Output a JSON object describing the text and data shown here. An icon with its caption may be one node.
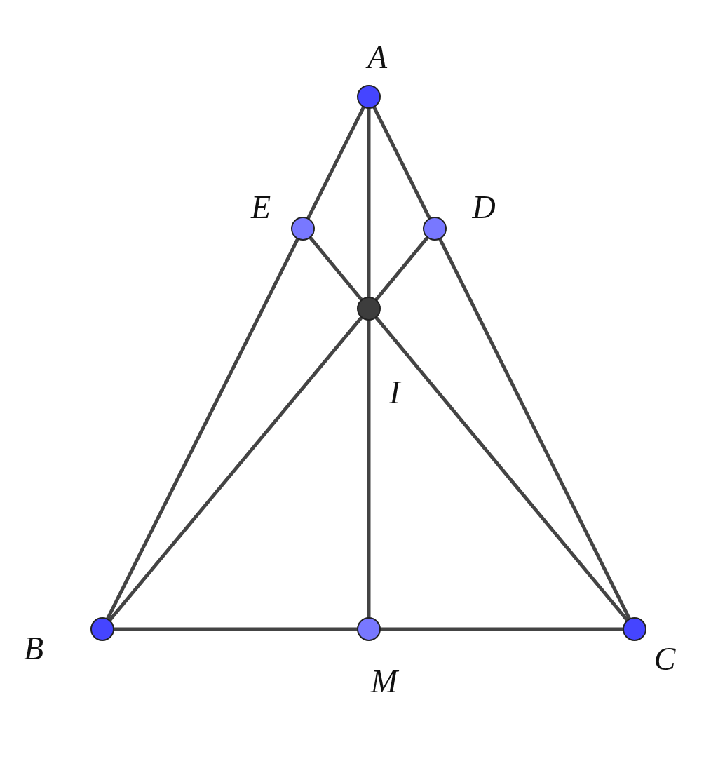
{
  "diagram": {
    "nodes": [
      {
        "text": [
          "A"
        ]
      },
      {
        "text": [
          "E"
        ]
      },
      {
        "text": [
          "D"
        ]
      },
      {
        "text": [
          "I"
        ]
      },
      {
        "text": [
          "B"
        ]
      },
      {
        "text": [
          "M"
        ]
      },
      {
        "text": [
          "C"
        ]
      }
    ],
    "edges": [
      {
        "from": 0,
        "to": 1,
        "arrow": "none"
      },
      {
        "from": 1,
        "to": 4,
        "arrow": "none"
      },
      {
        "from": 0,
        "to": 2,
        "arrow": "none"
      },
      {
        "from": 2,
        "to": 6,
        "arrow": "none"
      },
      {
        "from": 0,
        "to": 3,
        "arrow": "none"
      },
      {
        "from": 3,
        "to": 5,
        "arrow": "none"
      },
      {
        "from": 1,
        "to": 3,
        "arrow": "none"
      },
      {
        "from": 3,
        "to": 6,
        "arrow": "none"
      },
      {
        "from": 2,
        "to": 3,
        "arrow": "none"
      },
      {
        "from": 3,
        "to": 4,
        "arrow": "none"
      },
      {
        "from": 4,
        "to": 5,
        "arrow": "none"
      },
      {
        "from": 5,
        "to": 6,
        "arrow": "none"
      }
    ]
  }
}
